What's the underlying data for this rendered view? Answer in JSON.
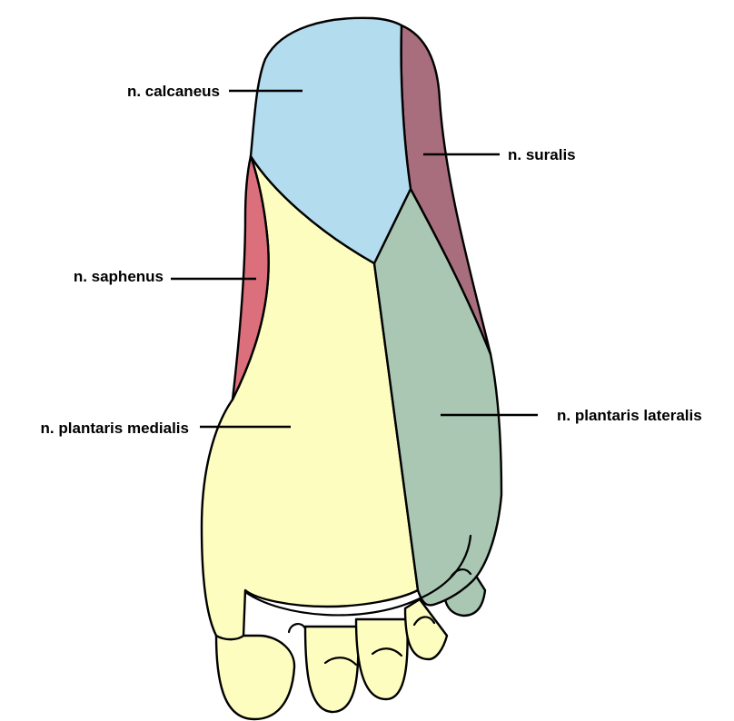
{
  "regions": {
    "calcaneus": {
      "label": "n. calcaneus",
      "color": "#b3dcef"
    },
    "suralis": {
      "label": "n. suralis",
      "color": "#a86e7e"
    },
    "saphenus": {
      "label": "n. saphenus",
      "color": "#db6f7c"
    },
    "plantaris_medialis": {
      "label": "n. plantaris medialis",
      "color": "#fefdc0"
    },
    "plantaris_lateralis": {
      "label": "n. plantaris lateralis",
      "color": "#a9c7b3"
    }
  },
  "outline_color": "#000000"
}
